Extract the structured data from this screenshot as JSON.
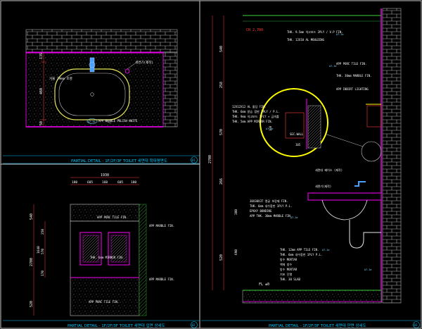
{
  "colors": {
    "background": "#000000",
    "frame": "#c8c8c8",
    "title_line": "#00c8ff",
    "title_text": "#00c8ff",
    "wall_hatch": "#b0b0b0",
    "dimension": "#ff3b3b",
    "label": "#ffffff",
    "tag": "#7fd7ff",
    "accent_magenta": "#ff00ff",
    "accent_yellow": "#ffff00",
    "accent_green": "#3cff3c",
    "fixture": "#e8e8e8"
  },
  "panel_plan": {
    "title": "PARTIAL DETAIL - 1F/2F/3F TOILET 세면대 확대평면도",
    "number": "01",
    "dims_vertical": [
      "135",
      "460",
      "50"
    ],
    "labels": {
      "faucet": "세면기(제작)",
      "basin": "거울 39mm 조명",
      "counter": "APP MARBLE POLISH WHITE"
    },
    "tags": [
      "A7-1e",
      "A7-1e"
    ]
  },
  "panel_elevation": {
    "title": "PARTIAL DETAIL - 1F/2F/3F TOILET 세면대 입면 상세도",
    "number": "02",
    "top_dim": "1930",
    "top_dims": [
      "180",
      "605",
      "160",
      "605",
      "180"
    ],
    "dims_left_outer": [
      "540",
      "2700",
      "520"
    ],
    "dims_left_inner": [
      "250",
      "1640",
      "570",
      "170"
    ],
    "labels": {
      "tile_top": "APP PORC TILE FIN.",
      "marble1": "APP MARBLE FIN.",
      "mirror": "THK. 6mm MIRROR FIN.",
      "marble2": "APP MARBLE FIN.",
      "tile_bottom": "APP PORC TILE FIN."
    }
  },
  "panel_section": {
    "title": "PARTIAL DETAIL - 1F/2F/3F TOILET 세면대 단면 상세도",
    "number": "03",
    "ceiling_level": "CH 2,700",
    "floor_level": "FL ±0",
    "dims_left": [
      "540",
      "258",
      "570",
      "2700",
      "266",
      "520"
    ],
    "dims_inner": [
      "380",
      "690"
    ],
    "labels_top": [
      "THK. 9.5mm 석고보드 2PLY / V.P FIN.",
      "THK. 12X10 AL MOULDING",
      "APP PORC TILE FIN.",
      "THK. 30mm MARBLE FIN.",
      "APP INDIRT LIGHTING"
    ],
    "detail_labels": [
      "12X12X12 AL 몰딩 FIN.",
      "THK. 6mm 방습 합판 2PLY / P.L.",
      "THK. 9mm 석고보드 1PLY + 금속틀",
      "THK. 5mm APP MIRROR FIN."
    ],
    "detail_dims": [
      "100",
      "105"
    ],
    "detail_text": "SEC.WALL",
    "mid_labels": [
      "세면대 베이스 (제작)",
      "세면기(제작)"
    ],
    "counter_labels": [
      "30X30X3T 앵글 보강재 FIN.",
      "THK. 6mm 내수합판 1PLY P.L.",
      "EPOXY BONDING",
      "APP THK. 30mm MARBLE FIN."
    ],
    "lower_labels": [
      "THK. 12mm APP TILE FIN.",
      "THK. 6mm 내수합판 1PLY P.L.",
      "방수 MORTAR",
      "액체 방수",
      "방수 MORTAR",
      "기포 단열",
      "THK. 30 SLAB"
    ],
    "tags": [
      "A7-1e",
      "A7-1e",
      "A7-1e",
      "A7-1e",
      "A7-1e",
      "A7-1e"
    ]
  }
}
